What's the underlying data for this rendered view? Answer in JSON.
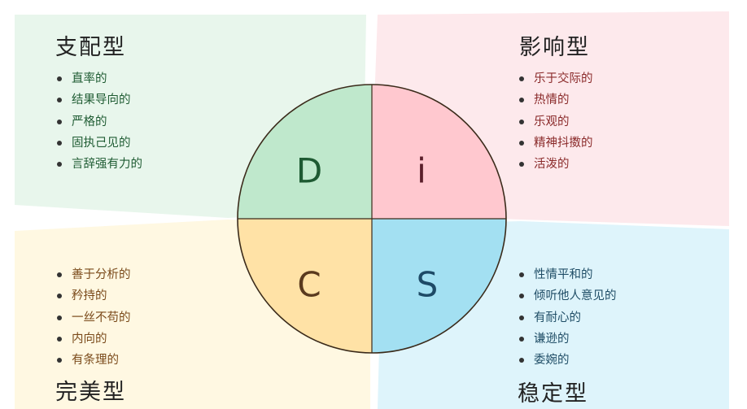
{
  "quadrants": {
    "d": {
      "title": "支配型",
      "letter": "D",
      "traits": [
        "直率的",
        "结果导向的",
        "严格的",
        "固执己见的",
        "言辞强有力的"
      ],
      "panel_color": "#e8f6ec",
      "sector_color": "#bfe8cc",
      "letter_color": "#1e5a32"
    },
    "i": {
      "title": "影响型",
      "letter": "i",
      "traits": [
        "乐于交际的",
        "热情的",
        "乐观的",
        "精神抖擞的",
        "活泼的"
      ],
      "panel_color": "#fde9ec",
      "sector_color": "#ffc8cf",
      "letter_color": "#5a1e2a"
    },
    "c": {
      "title": "完美型",
      "letter": "C",
      "traits": [
        "善于分析的",
        "矜持的",
        "一丝不苟的",
        "内向的",
        "有条理的"
      ],
      "panel_color": "#fff8e2",
      "sector_color": "#ffe2a6",
      "letter_color": "#5a3a1e"
    },
    "s": {
      "title": "稳定型",
      "letter": "S",
      "traits": [
        "性情平和的",
        "倾听他人意见的",
        "有耐心的",
        "谦逊的",
        "委婉的"
      ],
      "panel_color": "#def4fb",
      "sector_color": "#a3e0f2",
      "letter_color": "#1e4a66"
    }
  },
  "circle_outline_color": "#3a2a1a"
}
